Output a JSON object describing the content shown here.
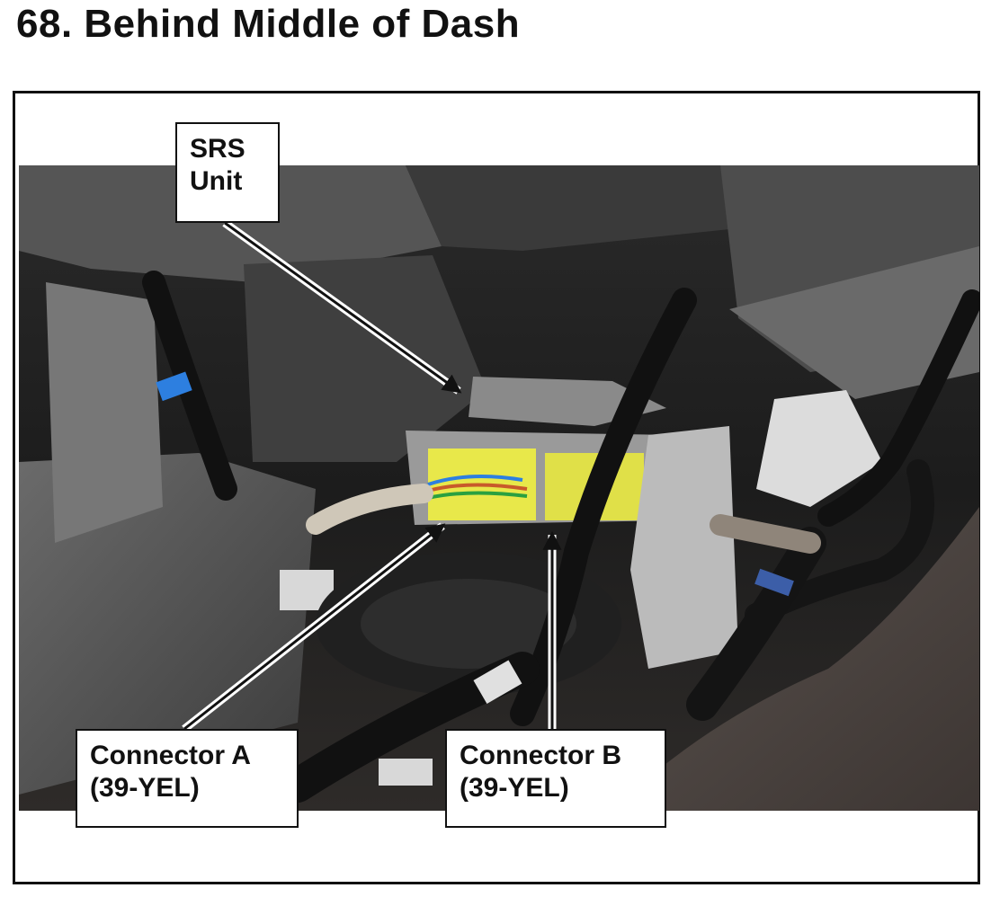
{
  "page": {
    "title": "68.  Behind Middle of Dash"
  },
  "callouts": {
    "srs_unit": {
      "line1": "SRS",
      "line2": "Unit"
    },
    "connector_a": {
      "line1": "Connector A",
      "line2": "(39-YEL)"
    },
    "connector_b": {
      "line1": "Connector B",
      "line2": "(39-YEL)"
    }
  },
  "colors": {
    "connector_yellow": "#e8e84a",
    "clip_blue": "#2d7fe0",
    "carpet": "#4a4340",
    "dash_gray": "#4a4a4a"
  },
  "photo": {
    "subject": "under-dash photo of SRS unit with two yellow connectors"
  }
}
